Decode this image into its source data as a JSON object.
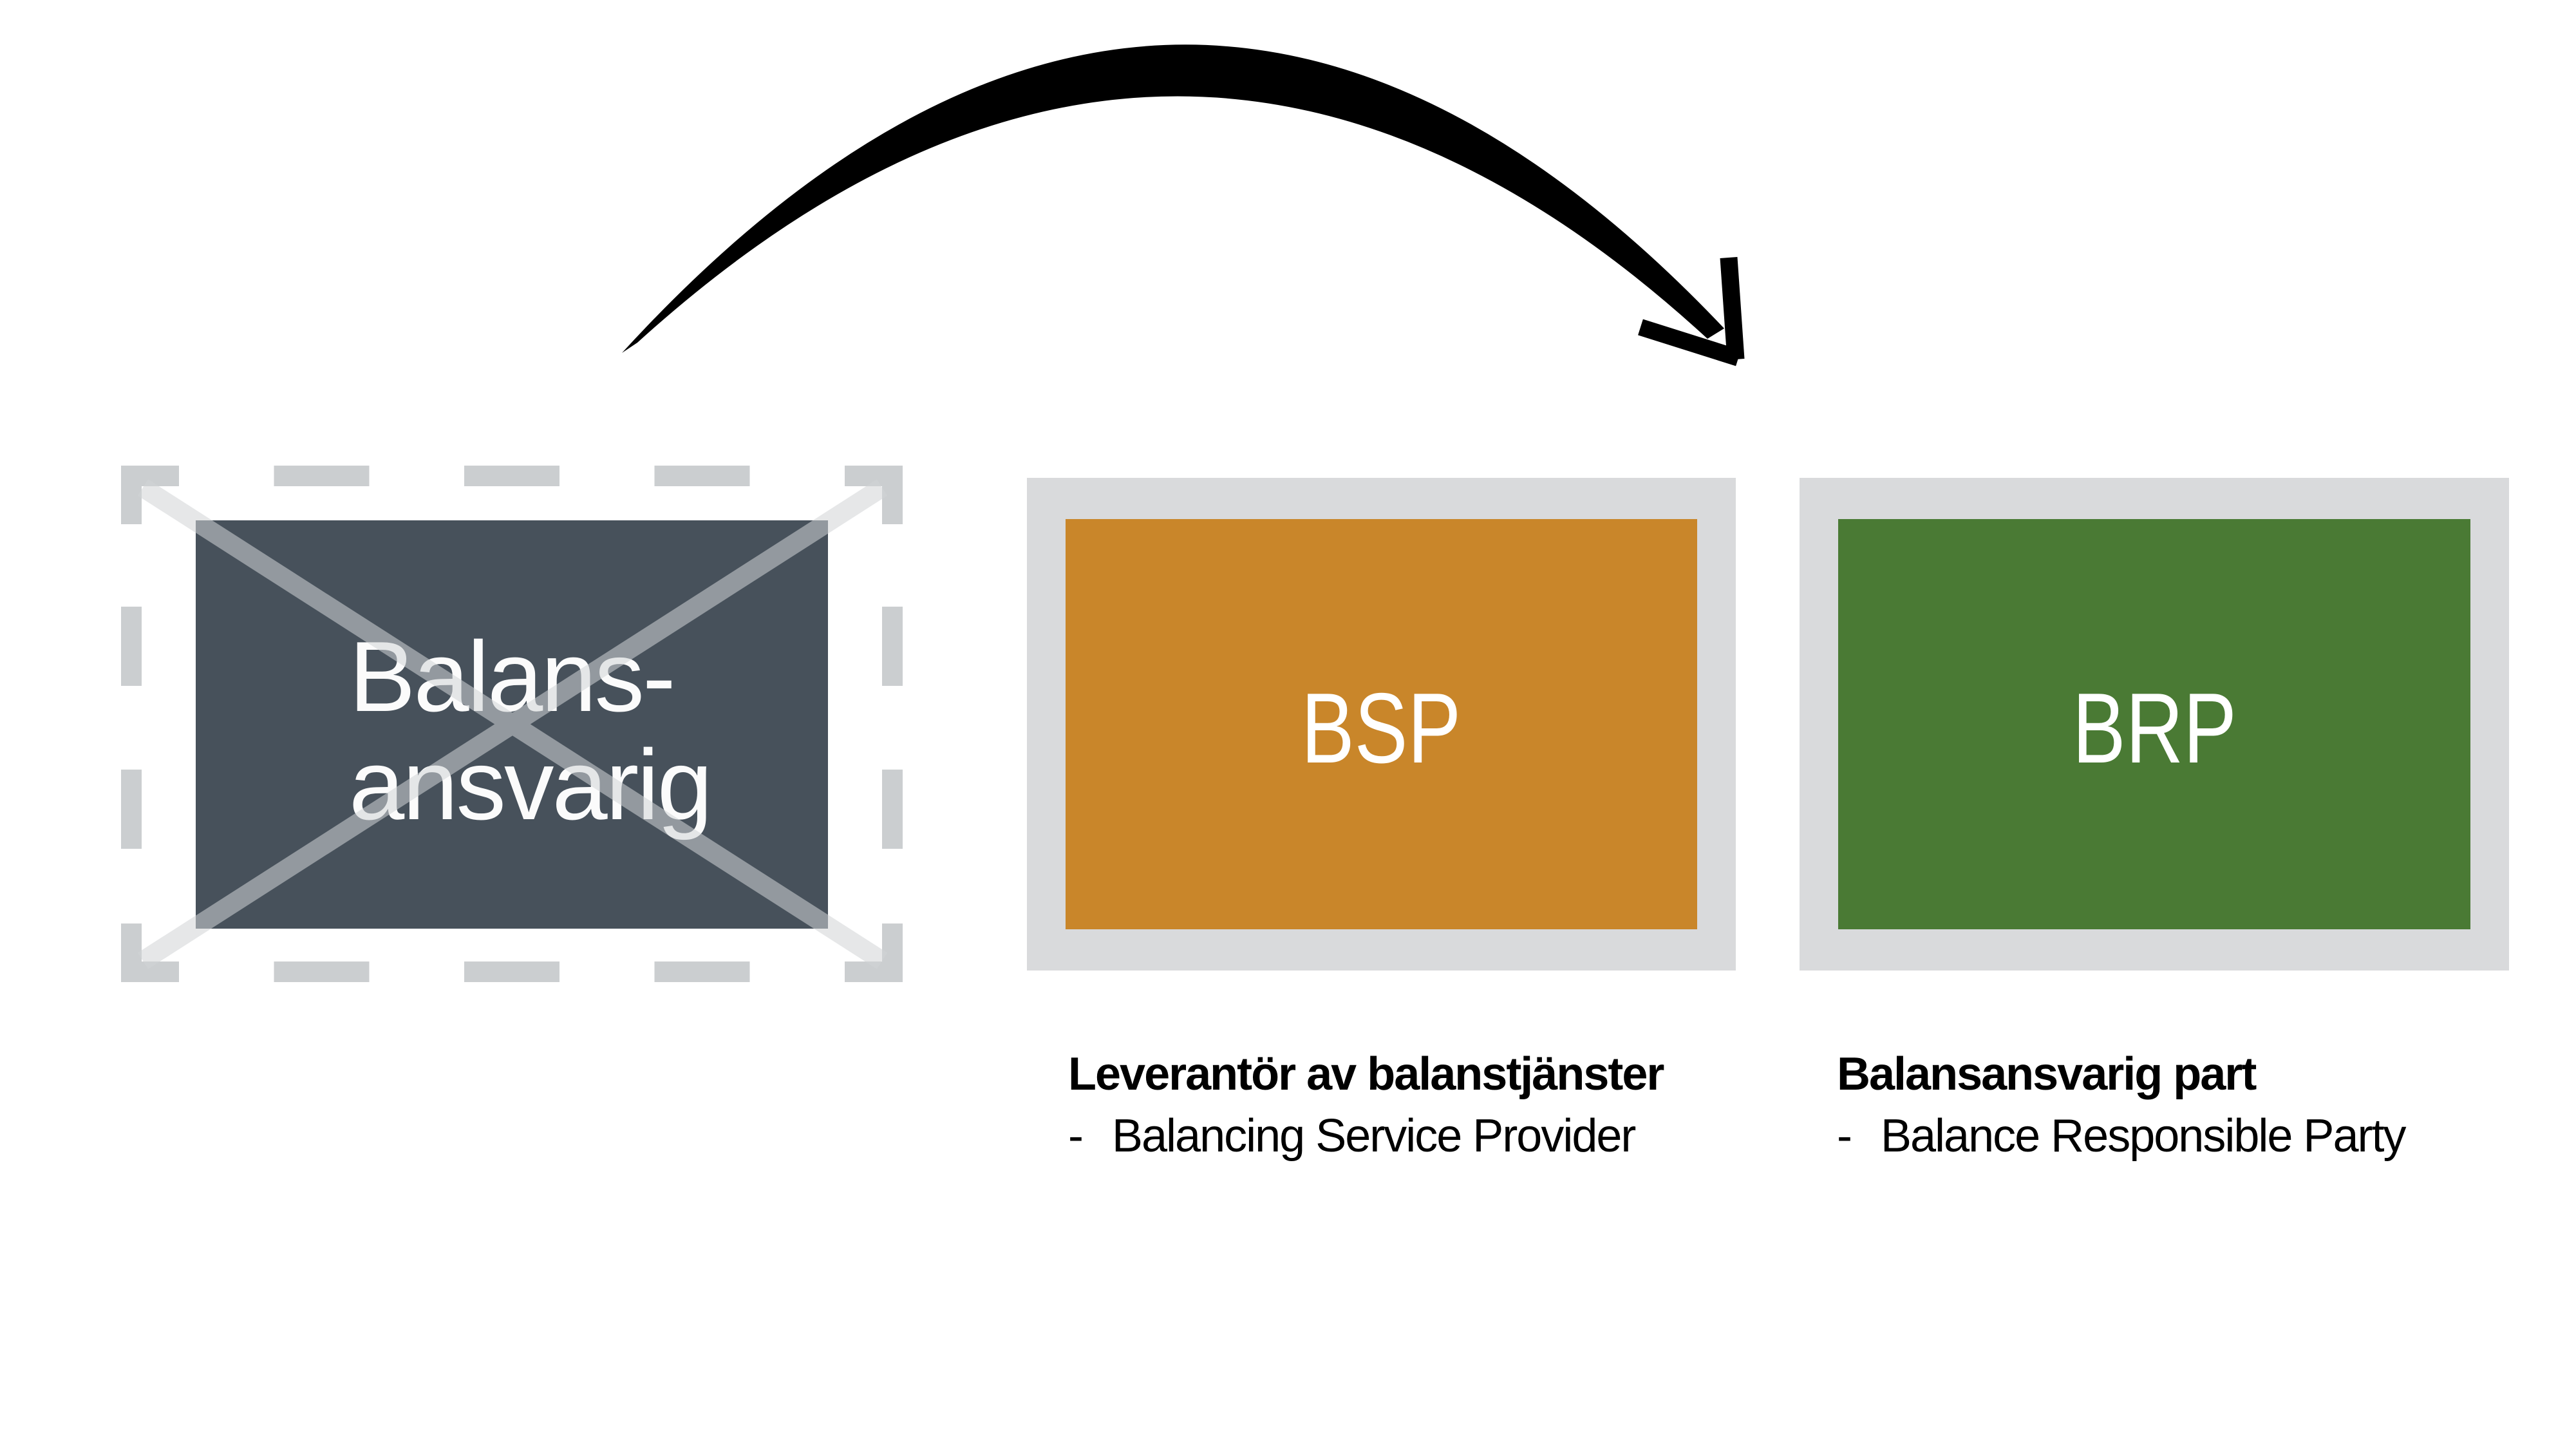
{
  "diagram": {
    "crossed_box": {
      "line1": "Balans-",
      "line2": "ansvarig"
    },
    "bsp": {
      "label": "BSP",
      "caption_title": "Leverantör av balanstjänster",
      "bullet_prefix": "-",
      "caption_bullet": "Balancing Service Provider"
    },
    "brp": {
      "label": "BRP",
      "caption_title": "Balansansvarig part",
      "bullet_prefix": "-",
      "caption_bullet": "Balance Responsible Party"
    },
    "icons": {
      "arrow": "curved-arrow",
      "cross": "x-cross-strikethrough"
    },
    "colors": {
      "bsp_orange": "#C9862A",
      "brp_green": "#4A7A34",
      "crossed_box_slate": "#47515B",
      "frame_gray": "#D9DADC",
      "dash_gray": "#CBCED0",
      "cross_gray": "#D2D5D7",
      "arrow_black": "#000000",
      "label_white": "#FFFFFF"
    }
  }
}
